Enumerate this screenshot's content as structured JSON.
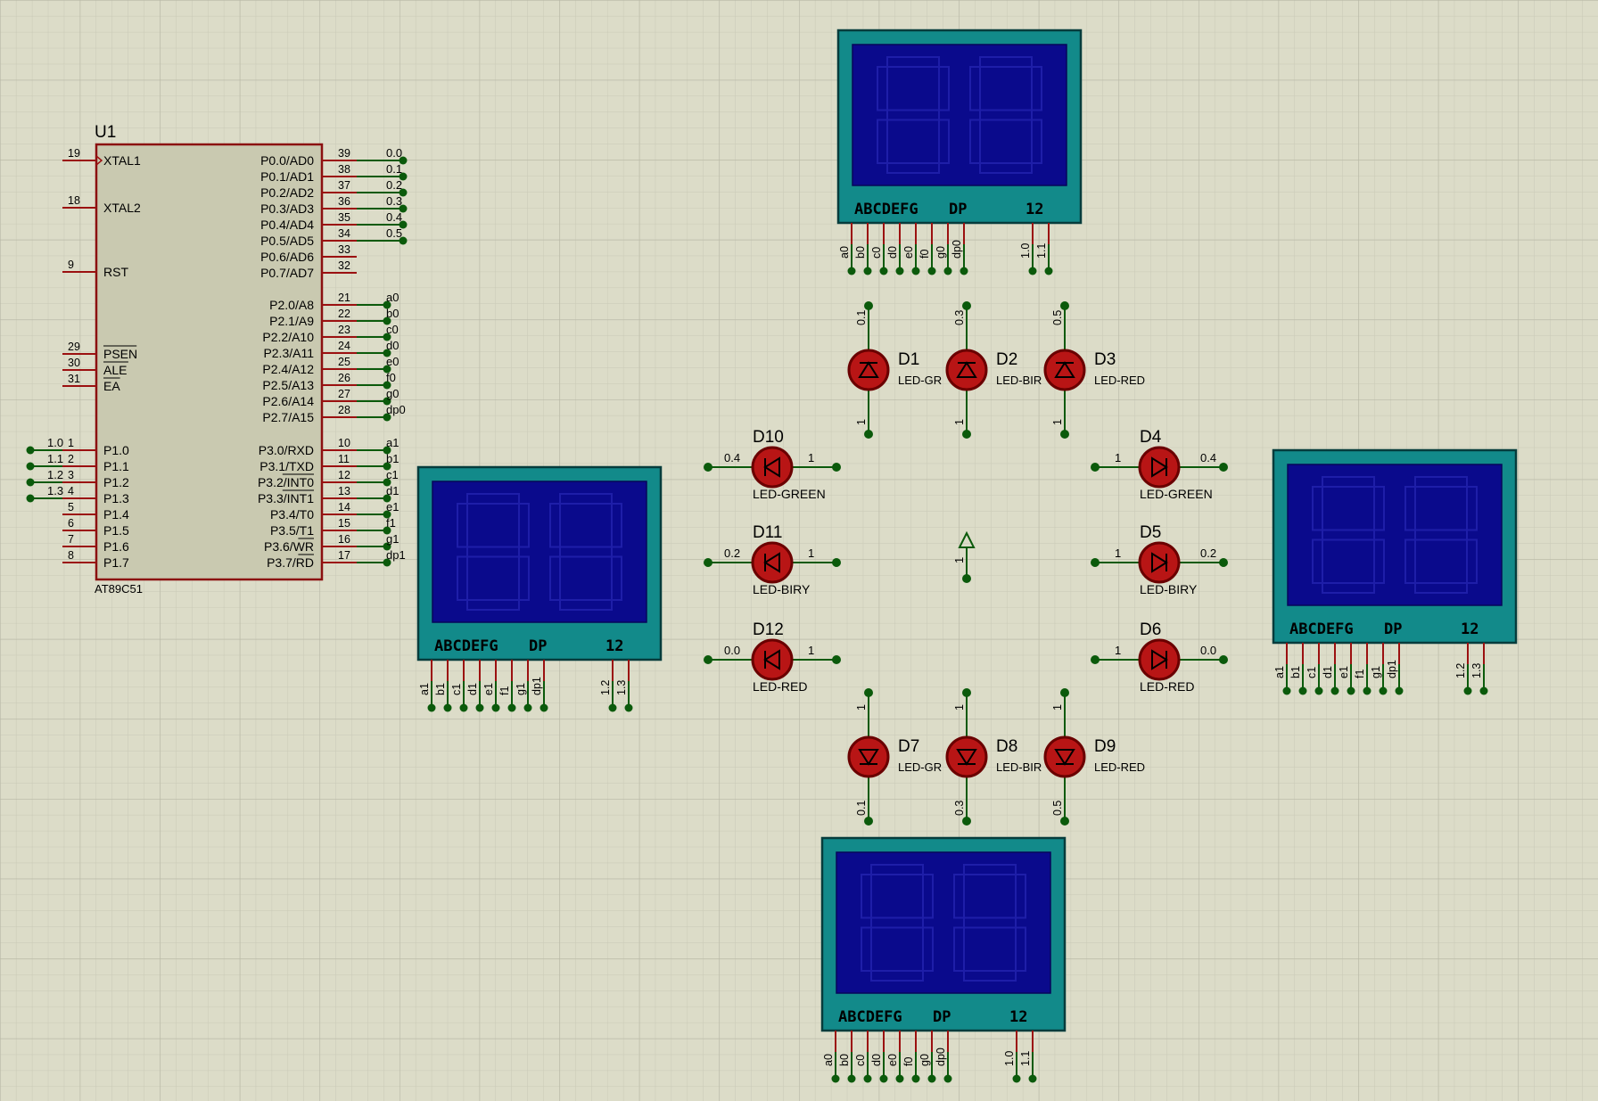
{
  "mcu": {
    "ref": "U1",
    "part": "AT89C51",
    "left_pins": [
      {
        "num": "19",
        "name": "XTAL1"
      },
      {
        "num": "18",
        "name": "XTAL2"
      },
      {
        "num": "9",
        "name": "RST"
      },
      {
        "num": "29",
        "name": "PSEN"
      },
      {
        "num": "30",
        "name": "ALE"
      },
      {
        "num": "31",
        "name": "EA"
      },
      {
        "num": "1",
        "name": "P1.0",
        "net": "1.0"
      },
      {
        "num": "2",
        "name": "P1.1",
        "net": "1.1"
      },
      {
        "num": "3",
        "name": "P1.2",
        "net": "1.2"
      },
      {
        "num": "4",
        "name": "P1.3",
        "net": "1.3"
      },
      {
        "num": "5",
        "name": "P1.4"
      },
      {
        "num": "6",
        "name": "P1.5"
      },
      {
        "num": "7",
        "name": "P1.6"
      },
      {
        "num": "8",
        "name": "P1.7"
      }
    ],
    "right_pins": [
      {
        "num": "39",
        "name": "P0.0/AD0",
        "net": "0.0"
      },
      {
        "num": "38",
        "name": "P0.1/AD1",
        "net": "0.1"
      },
      {
        "num": "37",
        "name": "P0.2/AD2",
        "net": "0.2"
      },
      {
        "num": "36",
        "name": "P0.3/AD3",
        "net": "0.3"
      },
      {
        "num": "35",
        "name": "P0.4/AD4",
        "net": "0.4"
      },
      {
        "num": "34",
        "name": "P0.5/AD5",
        "net": "0.5"
      },
      {
        "num": "33",
        "name": "P0.6/AD6"
      },
      {
        "num": "32",
        "name": "P0.7/AD7"
      },
      {
        "num": "21",
        "name": "P2.0/A8",
        "net": "a0"
      },
      {
        "num": "22",
        "name": "P2.1/A9",
        "net": "b0"
      },
      {
        "num": "23",
        "name": "P2.2/A10",
        "net": "c0"
      },
      {
        "num": "24",
        "name": "P2.3/A11",
        "net": "d0"
      },
      {
        "num": "25",
        "name": "P2.4/A12",
        "net": "e0"
      },
      {
        "num": "26",
        "name": "P2.5/A13",
        "net": "f0"
      },
      {
        "num": "27",
        "name": "P2.6/A14",
        "net": "g0"
      },
      {
        "num": "28",
        "name": "P2.7/A15",
        "net": "dp0"
      },
      {
        "num": "10",
        "name": "P3.0/RXD",
        "net": "a1"
      },
      {
        "num": "11",
        "name": "P3.1/TXD",
        "net": "b1"
      },
      {
        "num": "12",
        "name": "P3.2/INT0",
        "net": "c1"
      },
      {
        "num": "13",
        "name": "P3.3/INT1",
        "net": "d1"
      },
      {
        "num": "14",
        "name": "P3.4/T0",
        "net": "e1"
      },
      {
        "num": "15",
        "name": "P3.5/T1",
        "net": "f1"
      },
      {
        "num": "16",
        "name": "P3.6/WR",
        "net": "g1"
      },
      {
        "num": "17",
        "name": "P3.7/RD",
        "net": "dp1"
      }
    ]
  },
  "display": {
    "legend_segments": "ABCDEFG",
    "legend_dp": "DP",
    "legend_digits": "12",
    "units": [
      {
        "id": "top",
        "pins": [
          "a0",
          "b0",
          "c0",
          "d0",
          "e0",
          "f0",
          "g0",
          "dp0"
        ],
        "common": [
          "1.0",
          "1.1"
        ]
      },
      {
        "id": "left",
        "pins": [
          "a1",
          "b1",
          "c1",
          "d1",
          "e1",
          "f1",
          "g1",
          "dp1"
        ],
        "common": [
          "1.2",
          "1.3"
        ]
      },
      {
        "id": "right",
        "pins": [
          "a1",
          "b1",
          "c1",
          "d1",
          "e1",
          "f1",
          "g1",
          "dp1"
        ],
        "common": [
          "1.2",
          "1.3"
        ]
      },
      {
        "id": "bottom",
        "pins": [
          "a0",
          "b0",
          "c0",
          "d0",
          "e0",
          "f0",
          "g0",
          "dp0"
        ],
        "common": [
          "1.0",
          "1.1"
        ]
      }
    ]
  },
  "leds": [
    {
      "ref": "D1",
      "type": "LED-GR",
      "net": "0.1",
      "other": "1"
    },
    {
      "ref": "D2",
      "type": "LED-BIR",
      "net": "0.3",
      "other": "1"
    },
    {
      "ref": "D3",
      "type": "LED-RED",
      "net": "0.5",
      "other": "1"
    },
    {
      "ref": "D4",
      "type": "LED-GREEN",
      "net": "0.4",
      "other": "1"
    },
    {
      "ref": "D5",
      "type": "LED-BIRY",
      "net": "0.2",
      "other": "1"
    },
    {
      "ref": "D6",
      "type": "LED-RED",
      "net": "0.0",
      "other": "1"
    },
    {
      "ref": "D7",
      "type": "LED-GR",
      "net": "0.1",
      "other": "1"
    },
    {
      "ref": "D8",
      "type": "LED-BIR",
      "net": "0.3",
      "other": "1"
    },
    {
      "ref": "D9",
      "type": "LED-RED",
      "net": "0.5",
      "other": "1"
    },
    {
      "ref": "D10",
      "type": "LED-GREEN",
      "net": "0.4",
      "other": "1"
    },
    {
      "ref": "D11",
      "type": "LED-BIRY",
      "net": "0.2",
      "other": "1"
    },
    {
      "ref": "D12",
      "type": "LED-RED",
      "net": "0.0",
      "other": "1"
    }
  ],
  "power": {
    "net": "1"
  },
  "colors": {
    "background": "#dcdcc8",
    "grid_minor": "#c9c9b6",
    "grid_major": "#b8b8a6",
    "wire": "#0b5a0b",
    "pin": "#9b1010",
    "chip_fill": "#c9c9b0",
    "display_frame": "#128a8a",
    "display_screen": "#0a0a8c",
    "segment_dim": "#1e1ea8",
    "led_fill": "#b81515",
    "led_ring": "#6a0000"
  }
}
